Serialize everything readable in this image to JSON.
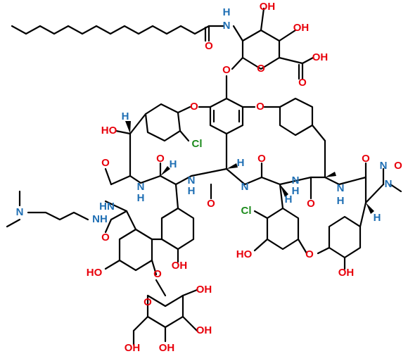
{
  "colors": {
    "bond": "#000000",
    "O": "#e8000b",
    "N": "#1f6fb4",
    "Cl": "#1e8c1e",
    "H": "#1f6fb4"
  },
  "labels": {
    "nh": "N",
    "h": "H",
    "nh_full": "NH",
    "hn": "HN",
    "o": "O",
    "oh": "OH",
    "ho": "HO",
    "cl": "Cl",
    "n": "N"
  }
}
